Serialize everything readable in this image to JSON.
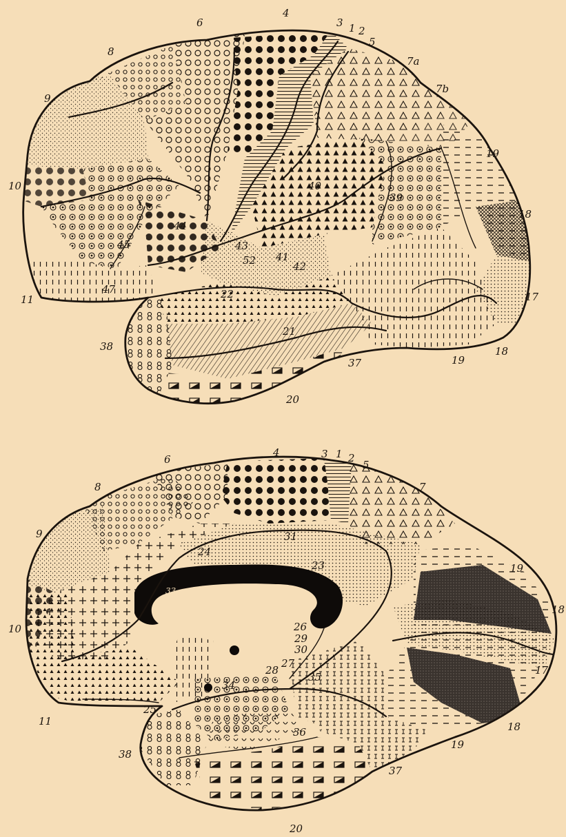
{
  "lateral_view": {
    "labels": [
      "4",
      "3",
      "1",
      "2",
      "5",
      "6",
      "8",
      "7a",
      "7b",
      "9",
      "19",
      "10",
      "40",
      "39",
      "18",
      "44",
      "45",
      "43",
      "52",
      "41",
      "42",
      "47",
      "11",
      "17",
      "22",
      "21",
      "38",
      "37",
      "19",
      "18",
      "20"
    ]
  },
  "medial_view": {
    "labels": [
      "4",
      "6",
      "3",
      "1",
      "2",
      "5",
      "8",
      "7",
      "9",
      "31",
      "24",
      "23",
      "19",
      "33",
      "18",
      "10",
      "26",
      "29",
      "30",
      "27",
      "28",
      "34",
      "35",
      "17",
      "11",
      "25",
      "36",
      "38",
      "19",
      "18",
      "37",
      "20"
    ]
  },
  "colors": {
    "paper": "#f6deb8",
    "ink": "#1b140e",
    "dark_region": "#3a332e",
    "corpus_callosum": "#0e0b09"
  }
}
